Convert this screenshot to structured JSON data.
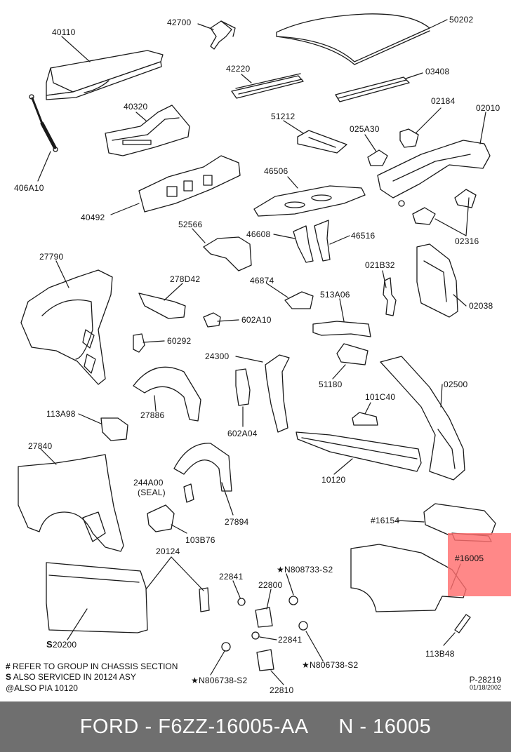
{
  "diagram": {
    "labels": {
      "p40110": "40110",
      "p42700": "42700",
      "p50202": "50202",
      "p42220": "42220",
      "p03408": "03408",
      "p40320": "40320",
      "p51212": "51212",
      "p025A30": "025A30",
      "p02184": "02184",
      "p02010": "02010",
      "p406A10": "406A10",
      "p46506": "46506",
      "p40492": "40492",
      "p52566": "52566",
      "p46608": "46608",
      "p46516": "46516",
      "p02316": "02316",
      "p27790": "27790",
      "p021B32": "021B32",
      "p278D42": "278D42",
      "p46874": "46874",
      "p513A06": "513A06",
      "p02038": "02038",
      "p602A10": "602A10",
      "p60292": "60292",
      "p24300": "24300",
      "p51180": "51180",
      "p02500": "02500",
      "p27886": "27886",
      "p101C40": "101C40",
      "p113A98": "113A98",
      "p602A04": "602A04",
      "p27840": "27840",
      "p10120": "10120",
      "p244A00": "244A00",
      "p244A00_sub": "(SEAL)",
      "p27894": "27894",
      "p103B76": "103B76",
      "p16154": "#16154",
      "p20124": "20124",
      "pN808733": "★N808733-S2",
      "p16005": "#16005",
      "p22841a": "22841",
      "p22800": "22800",
      "p20200": "20200",
      "p22841b": "22841",
      "pN806738r": "★N806738-S2",
      "p113B48": "113B48",
      "pN806738l": "★N806738-S2",
      "p22810": "22810"
    },
    "legend": {
      "line1_sym": "#",
      "line1": "REFER TO GROUP IN CHASSIS SECTION",
      "line2_sym": "S",
      "line2": "ALSO SERVICED IN 20124 ASY",
      "line3": "@ALSO PIA 10120"
    },
    "reference": {
      "code": "P-28219",
      "date": "01/18/2002"
    },
    "highlight_color": "#ff6e6e"
  },
  "footer": {
    "brand": "FORD",
    "sep": "-",
    "part_number": "F6ZZ-16005-AA",
    "part_label": "N - 16005",
    "background": "#6f6f6f"
  }
}
